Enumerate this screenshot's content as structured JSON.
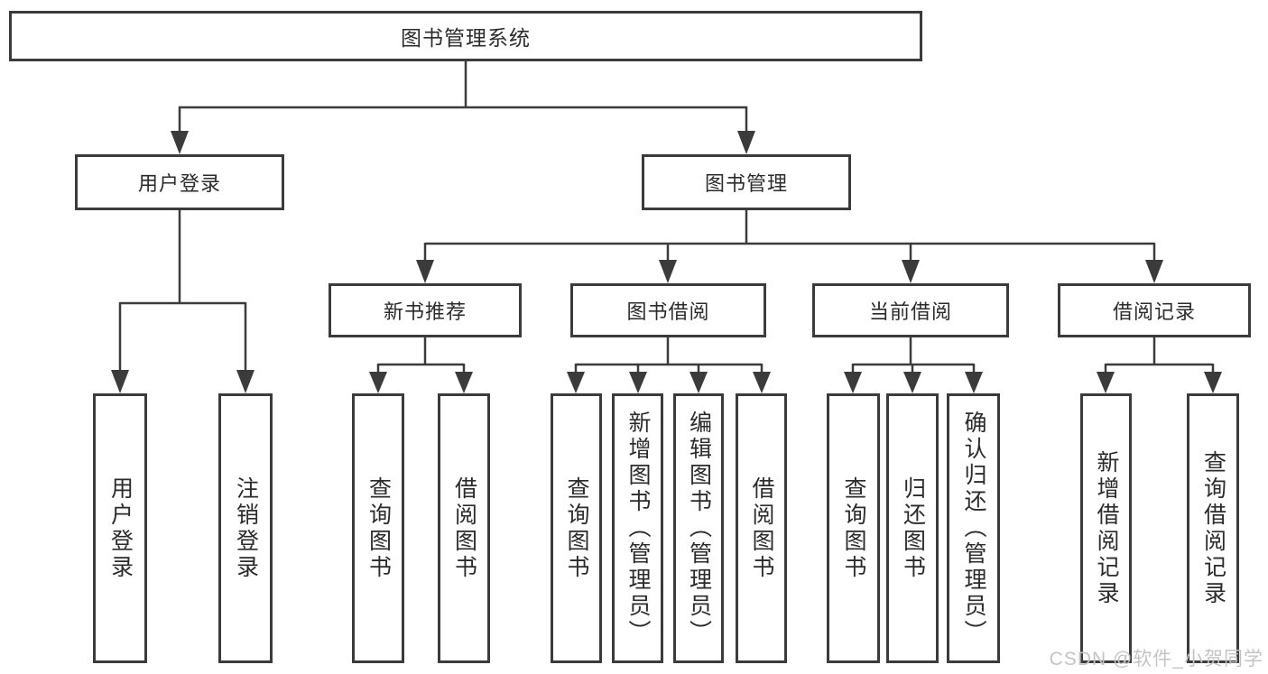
{
  "title": {
    "label": "图书管理系统"
  },
  "tree": {
    "user_login": {
      "label": "用户登录",
      "children": [
        {
          "label": "用户登录"
        },
        {
          "label": "注销登录"
        }
      ]
    },
    "book_mgmt": {
      "label": "图书管理",
      "groups": [
        {
          "label": "新书推荐",
          "children": [
            {
              "label": "查询图书"
            },
            {
              "label": "借阅图书"
            }
          ]
        },
        {
          "label": "图书借阅",
          "children": [
            {
              "label": "查询图书"
            },
            {
              "label": "新增图书（管理员）"
            },
            {
              "label": "编辑图书（管理员）"
            },
            {
              "label": "借阅图书"
            }
          ]
        },
        {
          "label": "当前借阅",
          "children": [
            {
              "label": "查询图书"
            },
            {
              "label": "归还图书"
            },
            {
              "label": "确认归还（管理员）"
            }
          ]
        },
        {
          "label": "借阅记录",
          "children": [
            {
              "label": "新增借阅记录"
            },
            {
              "label": "查询借阅记录"
            }
          ]
        }
      ]
    }
  },
  "watermark": {
    "text": "CSDN @软件_小贺同学"
  },
  "colors": {
    "line": "#3b3b3b",
    "text": "#2b2b2b",
    "background": "#ffffff",
    "watermark": "#c4c4c4"
  }
}
